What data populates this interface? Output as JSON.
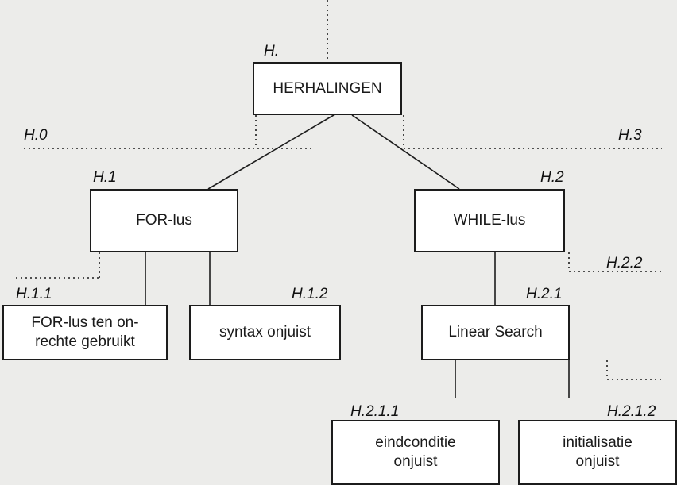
{
  "diagram": {
    "nodes": [
      {
        "id": "H",
        "label": "H.",
        "text": "HERHALINGEN"
      },
      {
        "id": "H.1",
        "label": "H.1",
        "text": "FOR-lus"
      },
      {
        "id": "H.2",
        "label": "H.2",
        "text": "WHILE-lus"
      },
      {
        "id": "H.1.1",
        "label": "H.1.1",
        "text": "FOR-lus ten on-\nrechte gebruikt"
      },
      {
        "id": "H.1.2",
        "label": "H.1.2",
        "text": "syntax onjuist"
      },
      {
        "id": "H.2.1",
        "label": "H.2.1",
        "text": "Linear Search"
      },
      {
        "id": "H.2.1.1",
        "label": "H.2.1.1",
        "text": "eindconditie\nonjuist"
      },
      {
        "id": "H.2.1.2",
        "label": "H.2.1.2",
        "text": "initialisatie\nonjuist"
      }
    ],
    "branch_labels": {
      "H.0": "H.0",
      "H.3": "H.3",
      "H.2.2": "H.2.2"
    }
  }
}
